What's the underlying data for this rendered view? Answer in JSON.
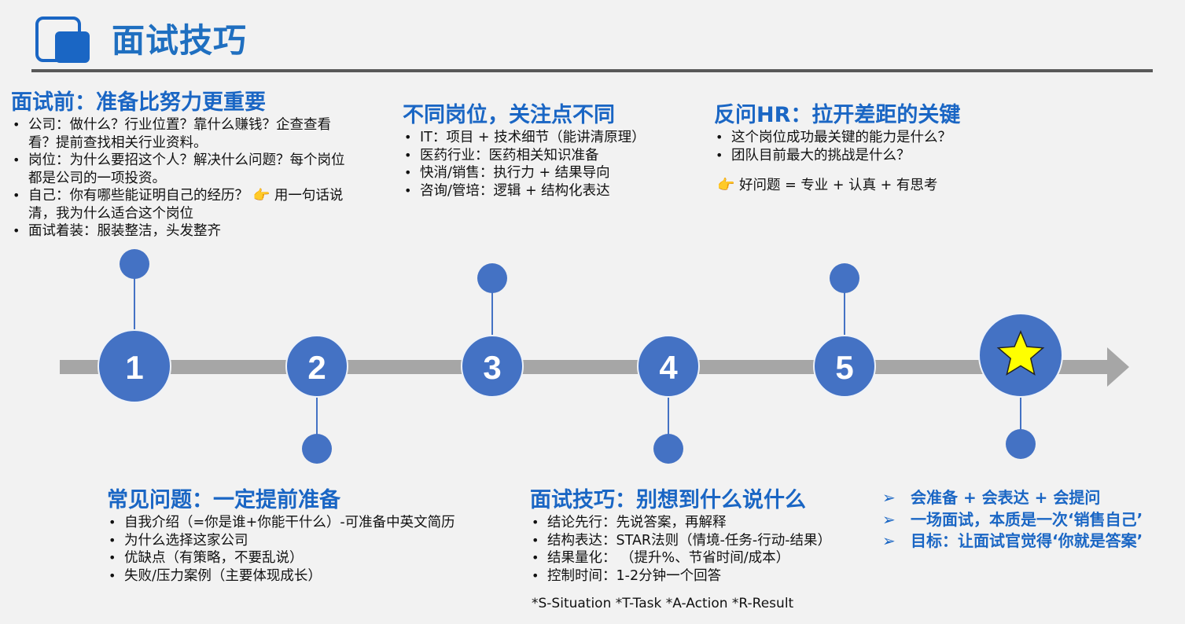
{
  "header": {
    "title": "面试技巧"
  },
  "colors": {
    "accent": "#1a66c4",
    "node_fill": "#4472c4",
    "track": "#a6a6a6",
    "star": "#ffff00"
  },
  "timeline": {
    "nodes": [
      {
        "label": "1"
      },
      {
        "label": "2"
      },
      {
        "label": "3"
      },
      {
        "label": "4"
      },
      {
        "label": "5"
      },
      {
        "label": "",
        "icon": "star-icon"
      }
    ]
  },
  "sections": {
    "before": {
      "title": "面试前：准备比努力更重要",
      "items": [
        "公司：做什么？行业位置？靠什么赚钱？企查查看看？提前查找相关行业资料。",
        "岗位：为什么要招这个人？解决什么问题？每个岗位都是公司的一项投资。",
        "自己：你有哪些能证明自己的经历？ 👉 用一句话说清，我为什么适合这个岗位",
        "面试着装：服装整洁，头发整齐"
      ]
    },
    "common": {
      "title": "常见问题：一定提前准备",
      "items": [
        "自我介绍（=你是谁+你能干什么）-可准备中英文简历",
        "为什么选择这家公司",
        "优缺点（有策略，不要乱说）",
        "失败/压力案例（主要体现成长）"
      ]
    },
    "roles": {
      "title": "不同岗位，关注点不同",
      "items": [
        "IT：项目 + 技术细节（能讲清原理）",
        "医药行业：医药相关知识准备",
        "快消/销售：执行力 + 结果导向",
        "咨询/管培：逻辑 + 结构化表达"
      ]
    },
    "skills": {
      "title": "面试技巧：别想到什么说什么",
      "items": [
        "结论先行：先说答案，再解释",
        "结构表达：STAR法则（情境-任务-行动-结果）",
        "结果量化： （提升%、节省时间/成本）",
        "控制时间：1-2分钟一个回答"
      ],
      "footnote": "*S-Situation  *T-Task  *A-Action  *R-Result"
    },
    "ask": {
      "title": "反问HR：拉开差距的关键",
      "items": [
        "这个岗位成功最关键的能力是什么？",
        "团队目前最大的挑战是什么？"
      ],
      "tip_icon": "👉",
      "tip": "好问题 = 专业 + 认真 + 有思考"
    },
    "summary": {
      "arrow": "➢",
      "items": [
        "会准备 + 会表达 + 会提问",
        "一场面试，本质是一次‘销售自己’",
        "目标：让面试官觉得‘你就是答案’"
      ]
    }
  }
}
